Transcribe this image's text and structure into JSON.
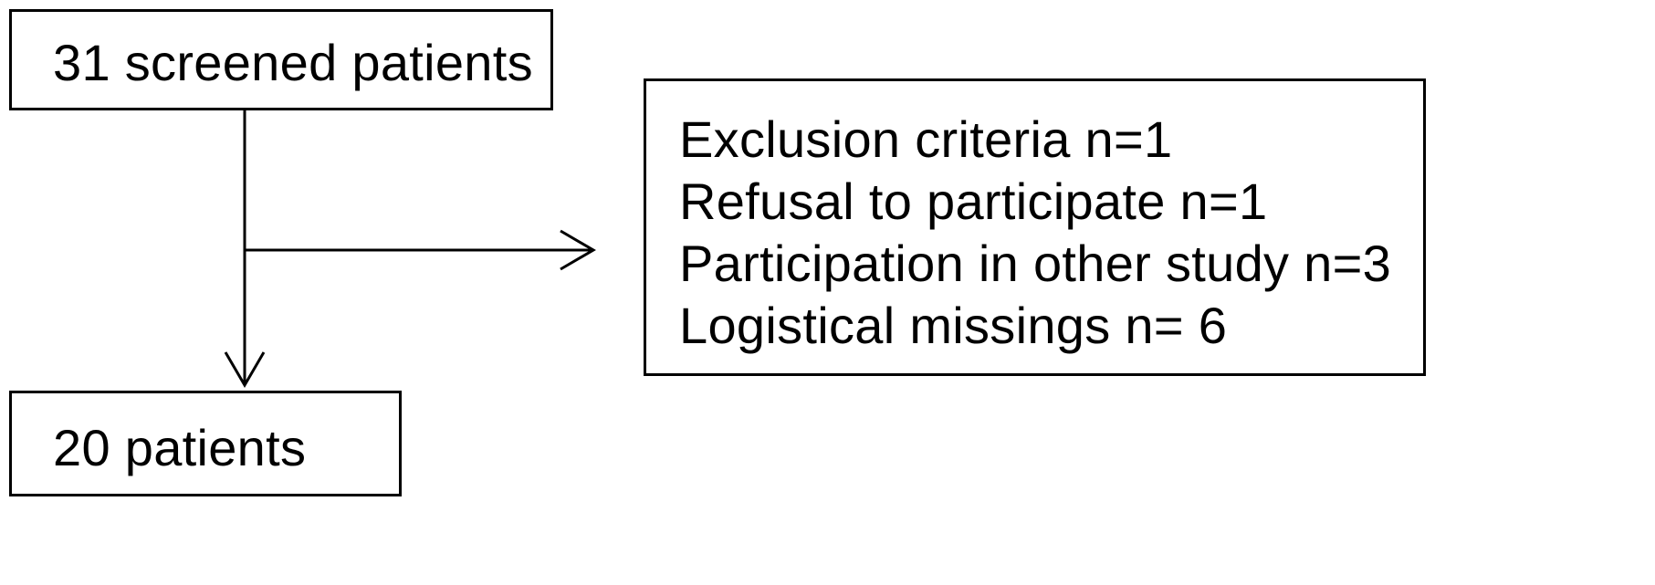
{
  "flowchart": {
    "screened_box": {
      "label": "31 screened patients"
    },
    "exclusion_box": {
      "items": [
        "Exclusion criteria n=1",
        "Refusal to participate n=1",
        "Participation in other study n=3",
        "Logistical missings n= 6"
      ]
    },
    "final_box": {
      "label": "20 patients"
    },
    "colors": {
      "stroke": "#000000",
      "background": "#ffffff"
    }
  }
}
